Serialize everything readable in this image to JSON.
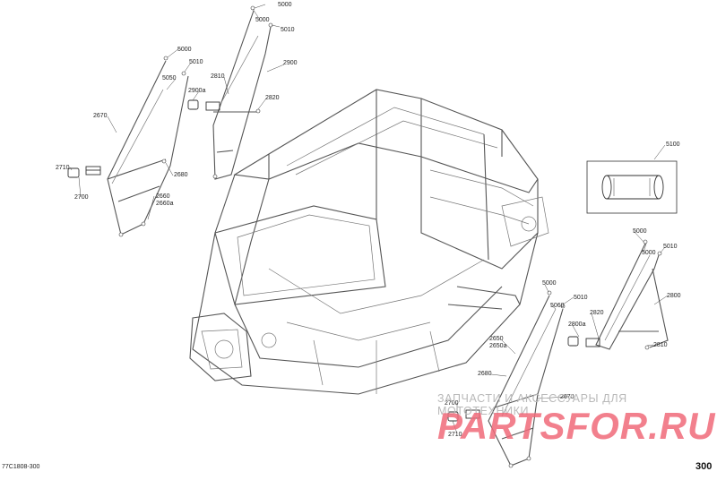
{
  "drawing": {
    "reference_code": "77C1808-300",
    "page_number": "300"
  },
  "watermark": {
    "line1": "ЗАПЧАСТИ И АКСЕССУАРЫ ДЛЯ МОТОТЕХНИКИ",
    "line2": "PARTSFOR.RU"
  },
  "callouts": [
    {
      "id": "c1",
      "text": "5000"
    },
    {
      "id": "c2",
      "text": "5000"
    },
    {
      "id": "c3",
      "text": "5010"
    },
    {
      "id": "c4",
      "text": "5000"
    },
    {
      "id": "c5",
      "text": "5010"
    },
    {
      "id": "c6",
      "text": "2900"
    },
    {
      "id": "c7",
      "text": "5050"
    },
    {
      "id": "c8",
      "text": "2810"
    },
    {
      "id": "c9",
      "text": "2900a"
    },
    {
      "id": "c10",
      "text": "2820"
    },
    {
      "id": "c11",
      "text": "2670"
    },
    {
      "id": "c12",
      "text": "2710"
    },
    {
      "id": "c13",
      "text": "2680"
    },
    {
      "id": "c14",
      "text": "2700"
    },
    {
      "id": "c15",
      "text": "2660"
    },
    {
      "id": "c16",
      "text": "2660a"
    },
    {
      "id": "c17",
      "text": "5100"
    },
    {
      "id": "c18",
      "text": "5000"
    },
    {
      "id": "c19",
      "text": "5010"
    },
    {
      "id": "c20",
      "text": "5000"
    },
    {
      "id": "c21",
      "text": "2800"
    },
    {
      "id": "c22",
      "text": "5000"
    },
    {
      "id": "c23",
      "text": "5010"
    },
    {
      "id": "c24",
      "text": "5060"
    },
    {
      "id": "c25",
      "text": "2820"
    },
    {
      "id": "c26",
      "text": "2800a"
    },
    {
      "id": "c27",
      "text": "2650"
    },
    {
      "id": "c28",
      "text": "2650a"
    },
    {
      "id": "c29",
      "text": "2810"
    },
    {
      "id": "c30",
      "text": "2680"
    },
    {
      "id": "c31",
      "text": "2700"
    },
    {
      "id": "c32",
      "text": "2670"
    },
    {
      "id": "c33",
      "text": "2710"
    }
  ]
}
